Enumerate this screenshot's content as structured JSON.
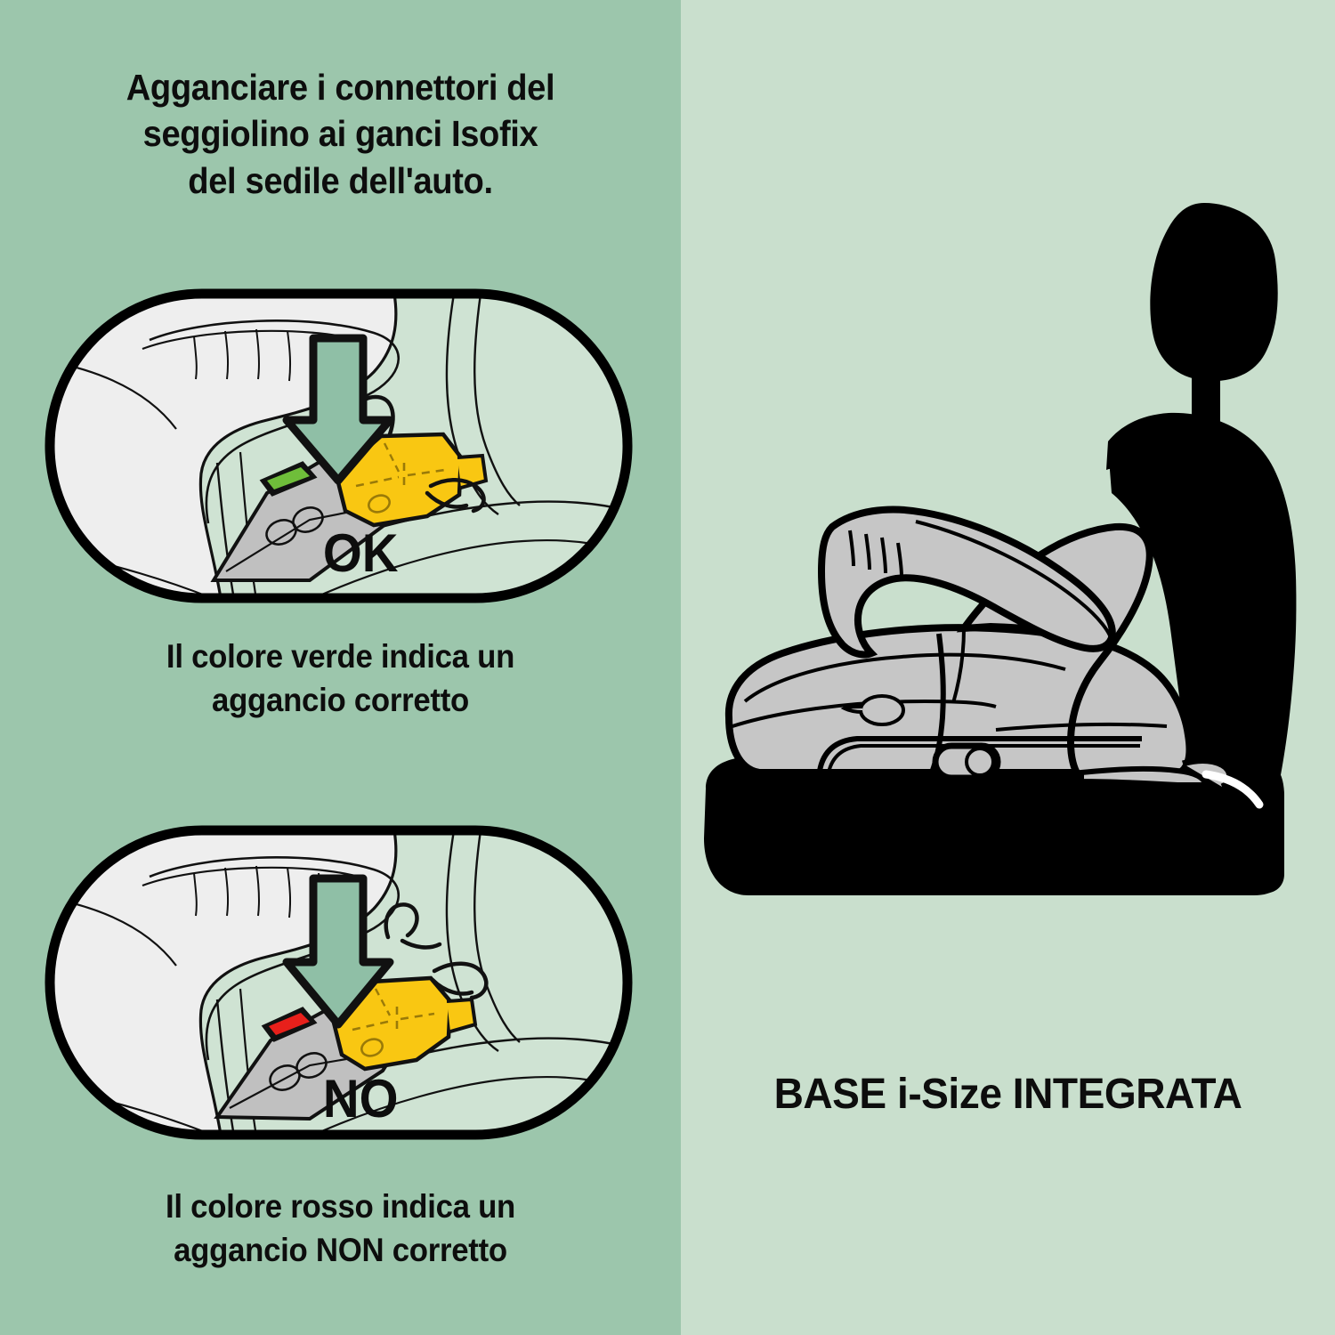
{
  "layout": {
    "left_bg": "#9cc6ac",
    "right_bg": "#c9dfcd"
  },
  "left_panel": {
    "headline": "Agganciare i connettori del\nseggiolino ai ganci Isofix\ndel sedile dell'auto.",
    "figures": [
      {
        "id": "ok",
        "verdict_label": "OK",
        "indicator_color": "#6fbe3a",
        "indicator_state": "green",
        "connector_color": "#f9c712",
        "housing_color": "#c0c0c0",
        "arrow_fill": "#8fbfa6",
        "caption": "Il colore verde indica un\naggancio corretto"
      },
      {
        "id": "no",
        "verdict_label": "NO",
        "indicator_color": "#e8201b",
        "indicator_state": "red",
        "connector_color": "#f9c712",
        "housing_color": "#c0c0c0",
        "arrow_fill": "#8fbfa6",
        "caption": "Il colore rosso indica un\naggancio NON corretto"
      }
    ]
  },
  "right_panel": {
    "title": "BASE i-Size INTEGRATA",
    "illustration": {
      "car_seat_color": "#000000",
      "booster_color": "#c6c6c6",
      "outline_color": "#000000",
      "strap_color": "#ffffff"
    }
  }
}
